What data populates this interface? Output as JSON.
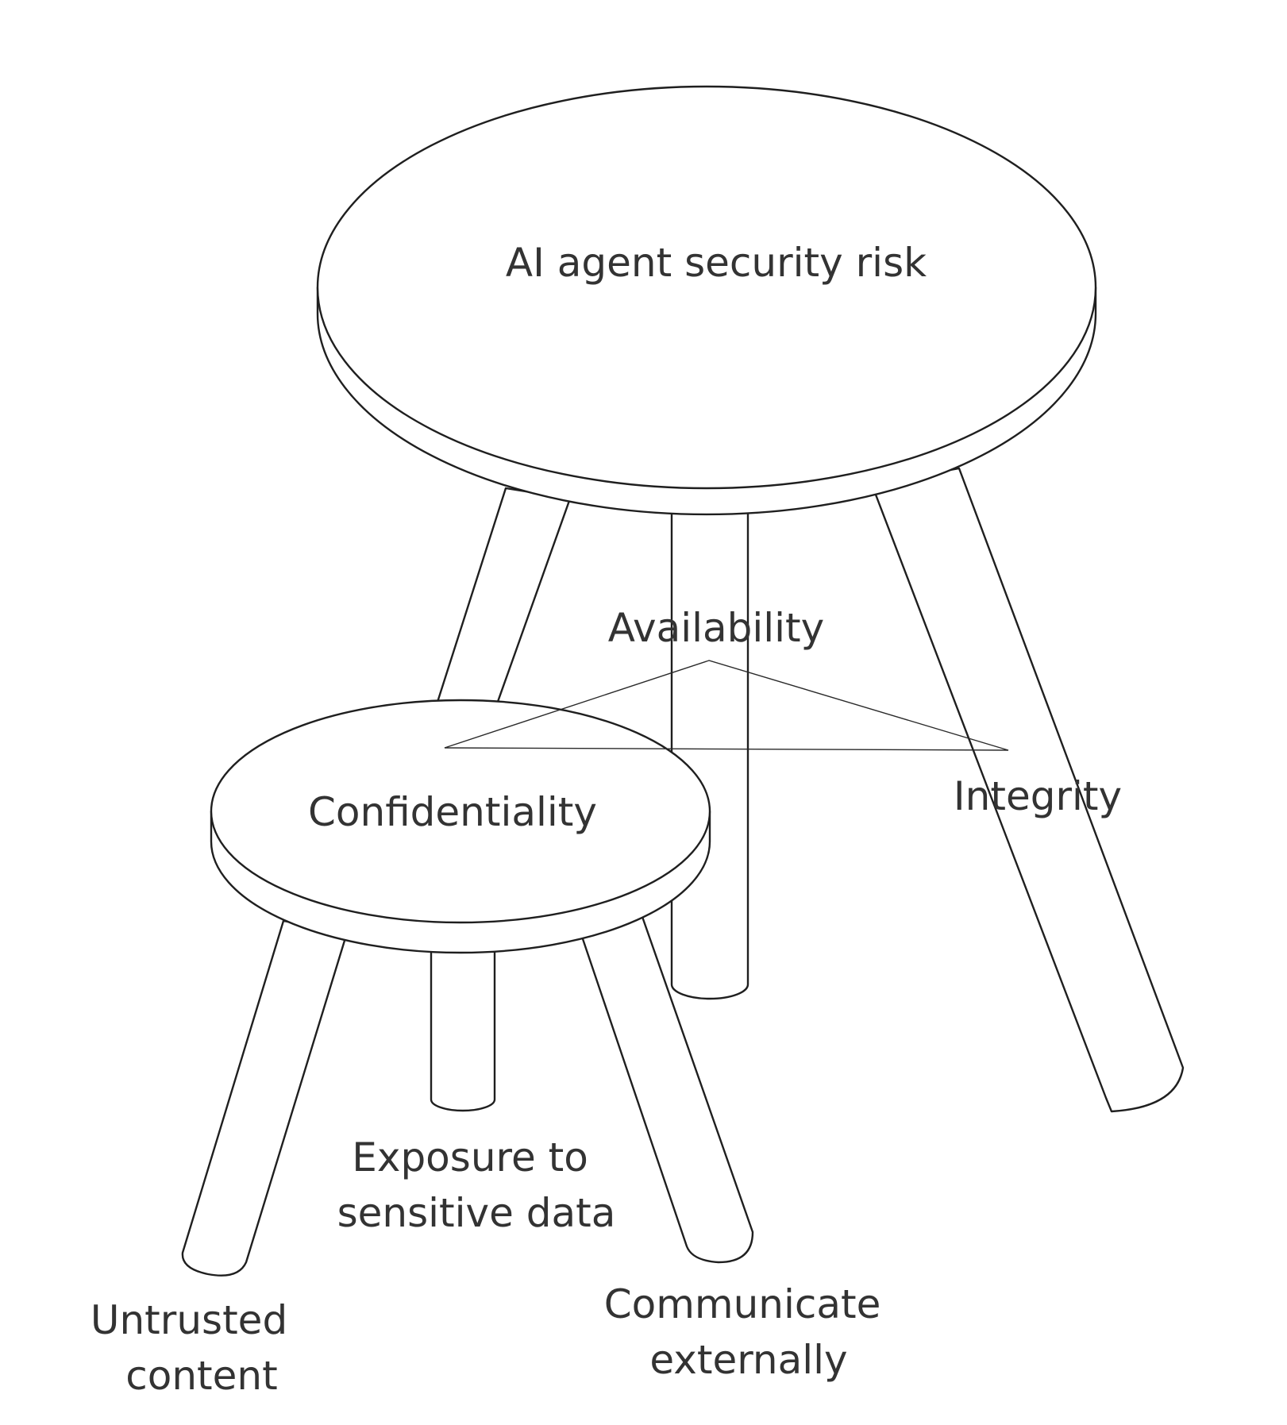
{
  "diagram": {
    "large_stool": {
      "seat_label": "AI agent security risk",
      "leg_labels": {
        "availability": "Availability",
        "confidentiality": "Confidentiality",
        "integrity": "Integrity"
      }
    },
    "small_stool": {
      "seat_label": "Confidentiality",
      "leg_labels": {
        "exposure": [
          "Exposure to",
          "sensitive data"
        ],
        "untrusted": [
          "Untrusted",
          "content"
        ],
        "communicate": [
          "Communicate",
          "externally"
        ]
      }
    },
    "colors": {
      "line": "#1f1f1f",
      "text": "#333333",
      "background": "#ffffff"
    }
  }
}
